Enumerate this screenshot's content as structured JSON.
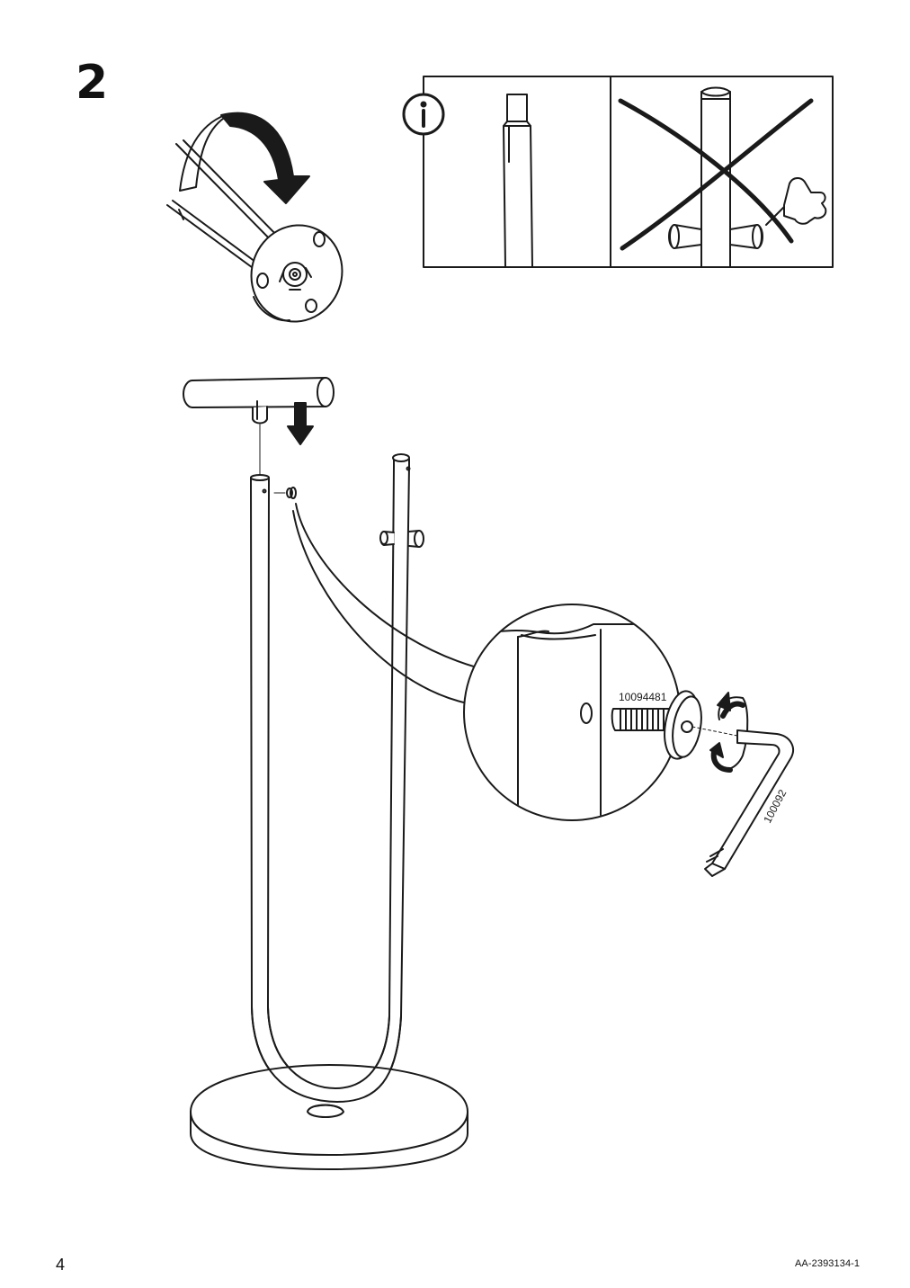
{
  "step": {
    "number": "2"
  },
  "callouts": {
    "screw_part": "10094481",
    "allen_key_part": "100092"
  },
  "info_box": {
    "icon": "info-icon",
    "wrong_marker": "cross-icon"
  },
  "footer": {
    "page_number": "4",
    "document_code": "AA-2393134-1"
  }
}
